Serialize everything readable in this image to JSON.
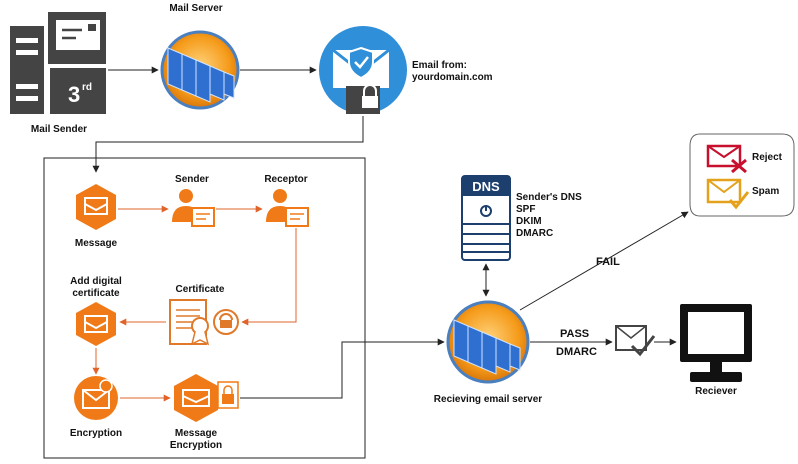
{
  "labels": {
    "mail_sender": "Mail Sender",
    "mail_server": "Mail Server",
    "email_from": "Email from:",
    "domain": "yourdomain.com",
    "third_badge": "3",
    "third_sup": "rd",
    "message": "Message",
    "sender": "Sender",
    "receptor": "Receptor",
    "add_cert_1": "Add digital",
    "add_cert_2": "certificate",
    "certificate": "Certificate",
    "encryption": "Encryption",
    "msg_enc_1": "Message",
    "msg_enc_2": "Encryption",
    "dns": "DNS",
    "dns_lines": [
      "Sender's DNS",
      "SPF",
      "DKIM",
      "DMARC"
    ],
    "fail": "FAIL",
    "pass": "PASS",
    "dmarc": "DMARC",
    "reject": "Reject",
    "spam": "Spam",
    "receiving_server": "Recieving email server",
    "receiver": "Reciever"
  },
  "colors": {
    "orange": "#f07a17",
    "orange_dark": "#d9620a",
    "blue": "#2f8fd8",
    "red": "#c8102e",
    "yellow": "#e4a11b",
    "gray": "#444444"
  }
}
